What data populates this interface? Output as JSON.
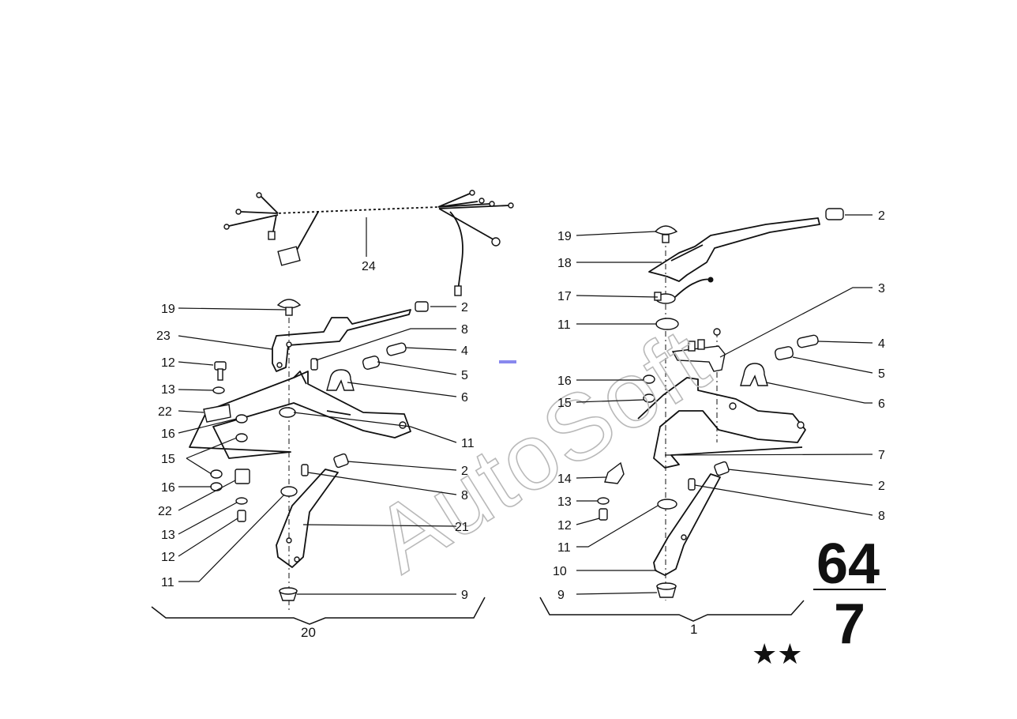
{
  "diagram": {
    "watermark": "AutoSoft",
    "group_number": "64",
    "subgroup_number": "7",
    "rating": "★★",
    "left_assembly": {
      "group_label": "20",
      "labels": [
        {
          "id": "l-24",
          "text": "24"
        },
        {
          "id": "l-19",
          "text": "19"
        },
        {
          "id": "l-2a",
          "text": "2"
        },
        {
          "id": "l-23",
          "text": "23"
        },
        {
          "id": "l-8a",
          "text": "8"
        },
        {
          "id": "l-4",
          "text": "4"
        },
        {
          "id": "l-12a",
          "text": "12"
        },
        {
          "id": "l-5",
          "text": "5"
        },
        {
          "id": "l-13a",
          "text": "13"
        },
        {
          "id": "l-6",
          "text": "6"
        },
        {
          "id": "l-22a",
          "text": "22"
        },
        {
          "id": "l-16a",
          "text": "16"
        },
        {
          "id": "l-11a",
          "text": "11"
        },
        {
          "id": "l-15",
          "text": "15"
        },
        {
          "id": "l-2b",
          "text": "2"
        },
        {
          "id": "l-16b",
          "text": "16"
        },
        {
          "id": "l-8b",
          "text": "8"
        },
        {
          "id": "l-22b",
          "text": "22"
        },
        {
          "id": "l-21",
          "text": "21"
        },
        {
          "id": "l-13b",
          "text": "13"
        },
        {
          "id": "l-12b",
          "text": "12"
        },
        {
          "id": "l-11b",
          "text": "11"
        },
        {
          "id": "l-9",
          "text": "9"
        }
      ]
    },
    "right_assembly": {
      "group_label": "1",
      "labels": [
        {
          "id": "r-2a",
          "text": "2"
        },
        {
          "id": "r-19",
          "text": "19"
        },
        {
          "id": "r-18",
          "text": "18"
        },
        {
          "id": "r-3",
          "text": "3"
        },
        {
          "id": "r-17",
          "text": "17"
        },
        {
          "id": "r-11a",
          "text": "11"
        },
        {
          "id": "r-4",
          "text": "4"
        },
        {
          "id": "r-5",
          "text": "5"
        },
        {
          "id": "r-16",
          "text": "16"
        },
        {
          "id": "r-6",
          "text": "6"
        },
        {
          "id": "r-15",
          "text": "15"
        },
        {
          "id": "r-7",
          "text": "7"
        },
        {
          "id": "r-14",
          "text": "14"
        },
        {
          "id": "r-2b",
          "text": "2"
        },
        {
          "id": "r-13",
          "text": "13"
        },
        {
          "id": "r-8",
          "text": "8"
        },
        {
          "id": "r-12",
          "text": "12"
        },
        {
          "id": "r-11b",
          "text": "11"
        },
        {
          "id": "r-10",
          "text": "10"
        },
        {
          "id": "r-9",
          "text": "9"
        }
      ]
    }
  }
}
